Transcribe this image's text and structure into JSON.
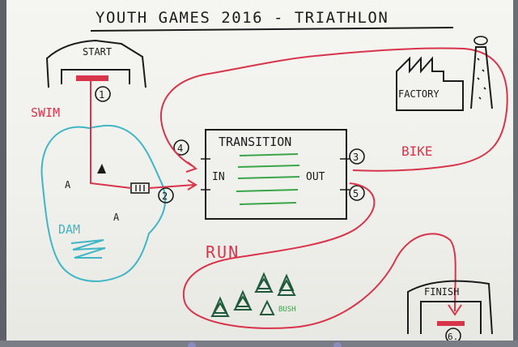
{
  "title": "YOUTH GAMES 2016 - TRIATHLON",
  "labels": {
    "start": "START",
    "swim": "SWIM",
    "dam": "DAM",
    "transition": "TRANSITION",
    "in": "IN",
    "out": "OUT",
    "bike": "BIKE",
    "factory": "FACTORY",
    "run": "RUN",
    "bush": "BUSH",
    "finish": "FINISH"
  },
  "checkpoints": [
    "1",
    "2",
    "3",
    "4",
    "5",
    "6."
  ],
  "colors": {
    "ink": "#1b1b1b",
    "route": "#d8344a",
    "water": "#3fb6c6",
    "trees": "#1f5a3a",
    "transition_lines": "#3aa64a"
  }
}
